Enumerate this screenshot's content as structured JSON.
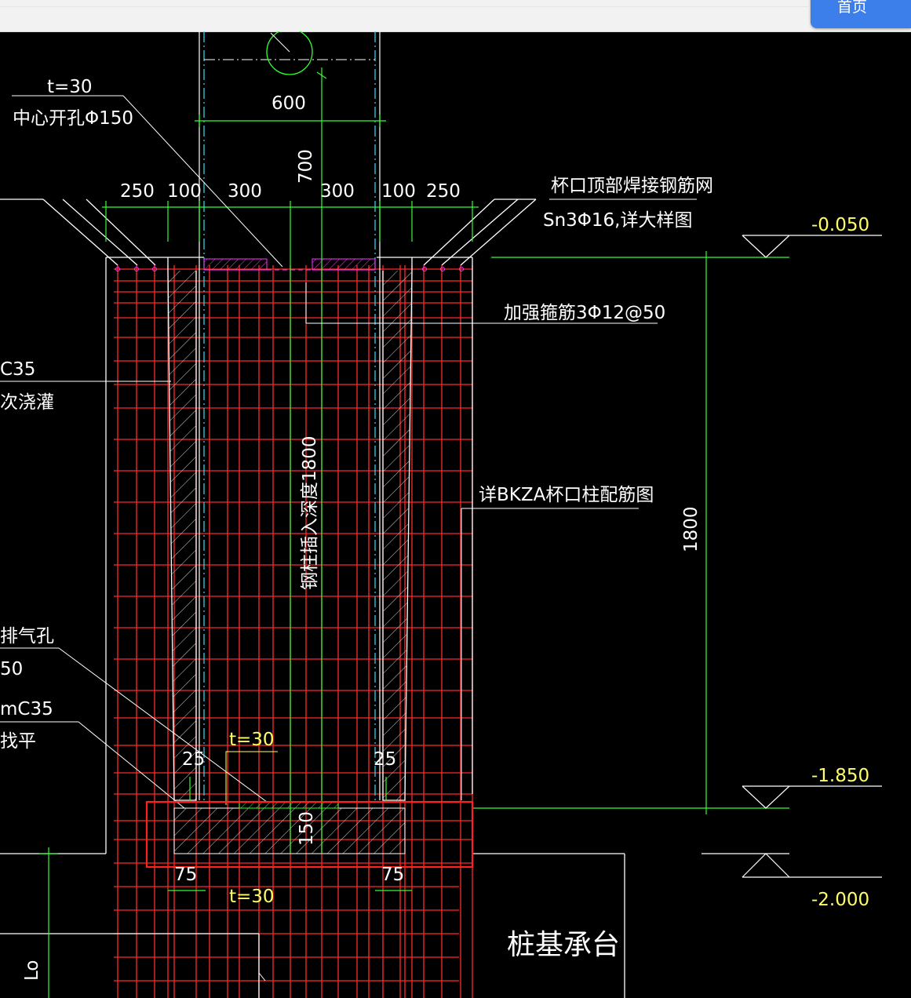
{
  "header": {
    "home_label": "首页"
  },
  "colors": {
    "background": "#000000",
    "rebar": "#ff2a2a",
    "dimension": "#33ff33",
    "column_axis": "#33e0ff",
    "elevation": "#ffff66",
    "text": "#ffffff",
    "plate": "#ff33ff",
    "highlight_box": "#ff2020"
  },
  "labels": {
    "plate_t": "t=30",
    "center_hole": "中心开孔Φ150",
    "dim_600": "600",
    "dim_700": "700",
    "dim_250_left": "250",
    "dim_100_left": "100",
    "dim_300_left": "300",
    "dim_300_right": "300",
    "dim_100_right": "100",
    "dim_250_right": "250",
    "mesh_title": "杯口顶部焊接钢筋网",
    "mesh_spec": "Sn3Φ16,详大样图",
    "stirrup": "加强箍筋3Φ12@50",
    "grout_c35": "C35",
    "grout_pour": "次浇灌",
    "column_depth": "钢柱插入深度1800",
    "bkza_ref": "详BKZA杯口柱配筋图",
    "dim_1800": "1800",
    "vent_hole": "排气孔",
    "vent_50": "50",
    "level_c35": "mC35",
    "level_flat": "找平",
    "dim_25_left": "25",
    "dim_25_right": "25",
    "bottom_plate_t": "t=30",
    "dim_150": "150",
    "dim_75_left": "75",
    "dim_75_right": "75",
    "lower_t": "t=30",
    "pile_cap": "桩基承台",
    "lo_label": "Lo"
  },
  "elevations": {
    "top": "-0.050",
    "middle": "-1.850",
    "bottom": "-2.000"
  }
}
